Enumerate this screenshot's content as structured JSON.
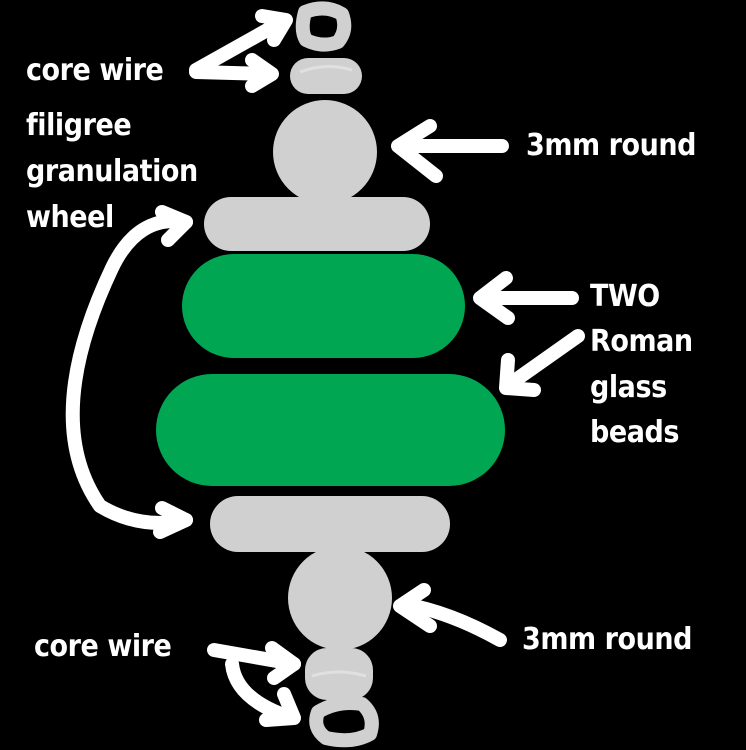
{
  "labels": {
    "core_wire_top": "core wire",
    "filigree_line1": "filigree",
    "filigree_line2": "granulation",
    "filigree_line3": "wheel",
    "round_top": "3mm round",
    "two_line1": "TWO",
    "two_line2": "Roman",
    "two_line3": "glass",
    "two_line4": "beads",
    "round_bottom": "3mm round",
    "core_wire_bottom": "core wire"
  },
  "colors": {
    "background": "#000000",
    "metal": "#d0d0d0",
    "glass": "#00a651",
    "annotation": "#ffffff"
  }
}
